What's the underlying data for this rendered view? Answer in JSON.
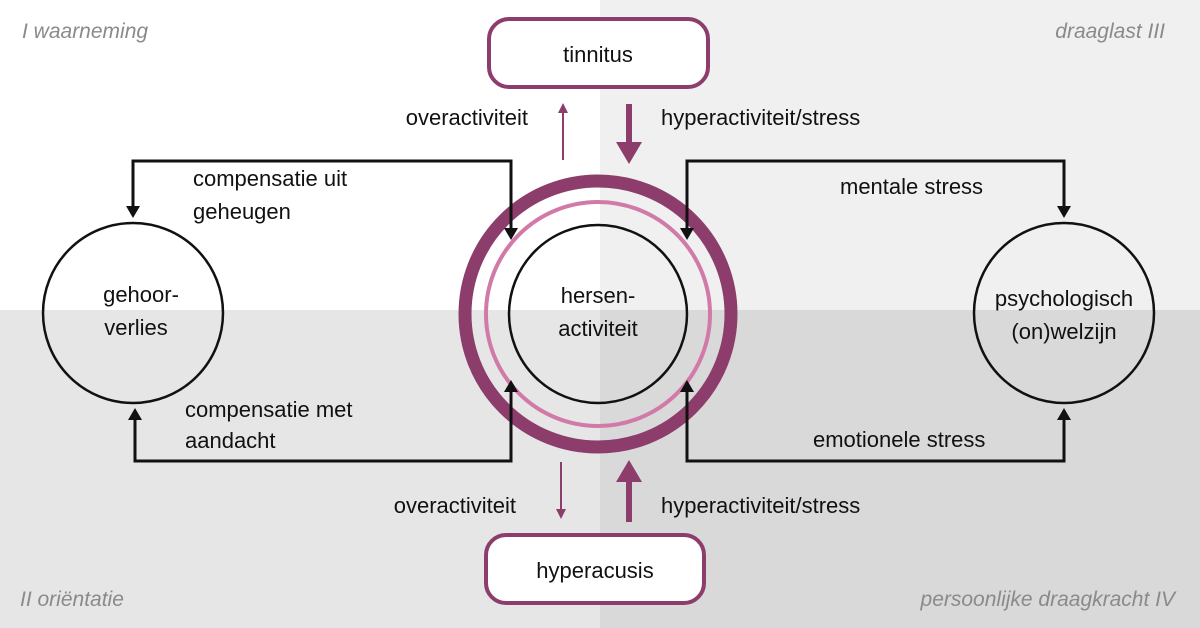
{
  "quadrants": {
    "top_left": "I waarneming",
    "top_right": "draaglast III",
    "bottom_left": "II oriëntatie",
    "bottom_right": "persoonlijke draagkracht IV"
  },
  "nodes": {
    "tinnitus": "tinnitus",
    "hyperacusis": "hyperacusis",
    "center_line1": "hersen-",
    "center_line2": "activiteit",
    "left_line1": "gehoor-",
    "left_line2": "verlies",
    "right_line1": "psychologisch",
    "right_line2": "(on)welzijn"
  },
  "labels": {
    "top_overactivity": "overactiviteit",
    "top_hyperactivity": "hyperactiviteit/stress",
    "bottom_overactivity": "overactiviteit",
    "bottom_hyperactivity": "hyperactiviteit/stress",
    "comp_memory_line1": "compensatie uit",
    "comp_memory_line2": "geheugen",
    "comp_attention_line1": "compensatie met",
    "comp_attention_line2": "aandacht",
    "mental_stress": "mentale stress",
    "emotional_stress": "emotionele stress"
  },
  "colors": {
    "quadrant_top_left": "#ffffff",
    "quadrant_top_right": "#f0f0f0",
    "quadrant_bottom_left": "#e6e6e6",
    "quadrant_bottom_right": "#d9d9d9",
    "accent_dark": "#8c3d6b",
    "accent_light": "#d17aa8",
    "line": "#111111",
    "quadrant_text": "#8a8a8a"
  }
}
